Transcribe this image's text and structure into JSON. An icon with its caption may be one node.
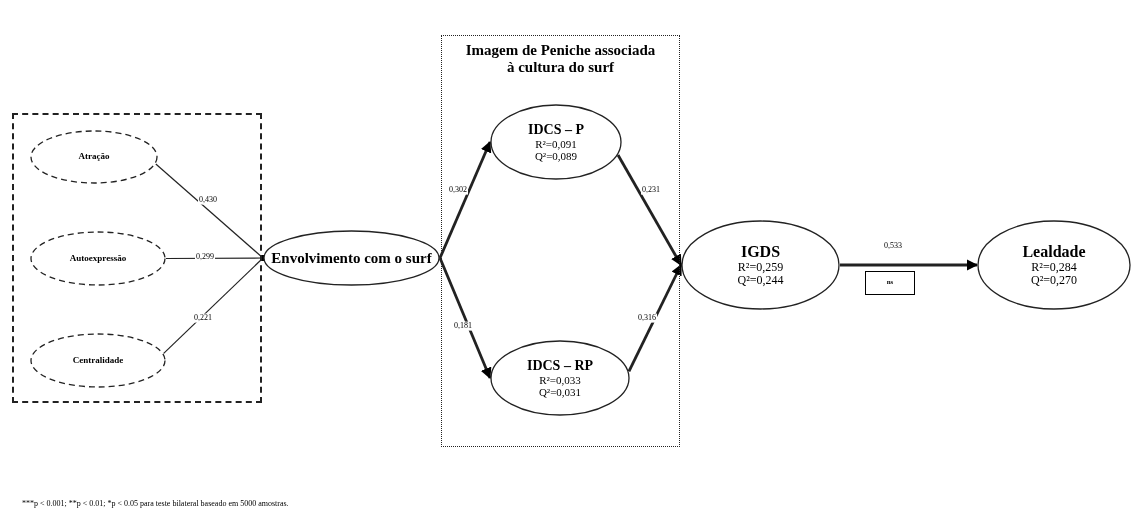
{
  "diagram": {
    "nodes": [
      {
        "text": [],
        "shape": "box"
      },
      {
        "text": [
          "Atração"
        ],
        "in": 0
      },
      {
        "text": [
          "Autoexpressão"
        ],
        "in": 0
      },
      {
        "text": [
          "Centralidade"
        ],
        "in": 0
      },
      {
        "text": [
          "Envolvimento com o surf"
        ]
      },
      {
        "text": [
          "Imagem de Peniche associada à cultura do surf"
        ]
      },
      {
        "text": [
          "IDCS – P",
          "R²=0,091",
          "Q²=0,089"
        ],
        "in": 5
      },
      {
        "text": [
          "IDCS – RP",
          "R²=0,033",
          "Q²=0,031"
        ],
        "in": 5
      },
      {
        "text": [
          "IGDS",
          "R²=0,259",
          "Q²=0,244"
        ]
      },
      {
        "text": [
          "Lealdade",
          "R²=0,284",
          "Q²=0,270"
        ]
      },
      {
        "text": [
          "ns"
        ]
      }
    ],
    "edges": [
      {
        "from": 1,
        "to": 4,
        "arrow": "other",
        "label": "0,430"
      },
      {
        "from": 2,
        "to": 4,
        "arrow": "other",
        "label": "0,299"
      },
      {
        "from": 3,
        "to": 4,
        "arrow": "other",
        "label": "0,221"
      },
      {
        "from": 4,
        "to": 6,
        "arrow": "to",
        "label": "0,302"
      },
      {
        "from": 4,
        "to": 7,
        "arrow": "to",
        "label": "0,181"
      },
      {
        "from": 6,
        "to": 8,
        "arrow": "to",
        "label": "0,231"
      },
      {
        "from": 7,
        "to": 8,
        "arrow": "to",
        "label": "0,316"
      },
      {
        "from": 8,
        "to": 9,
        "arrow": "to",
        "label": "0,533"
      }
    ],
    "labels": [
      "***p < 0.001; **p < 0.01; *p < 0.05 para teste bilateral baseado em 5000 amostras."
    ]
  }
}
